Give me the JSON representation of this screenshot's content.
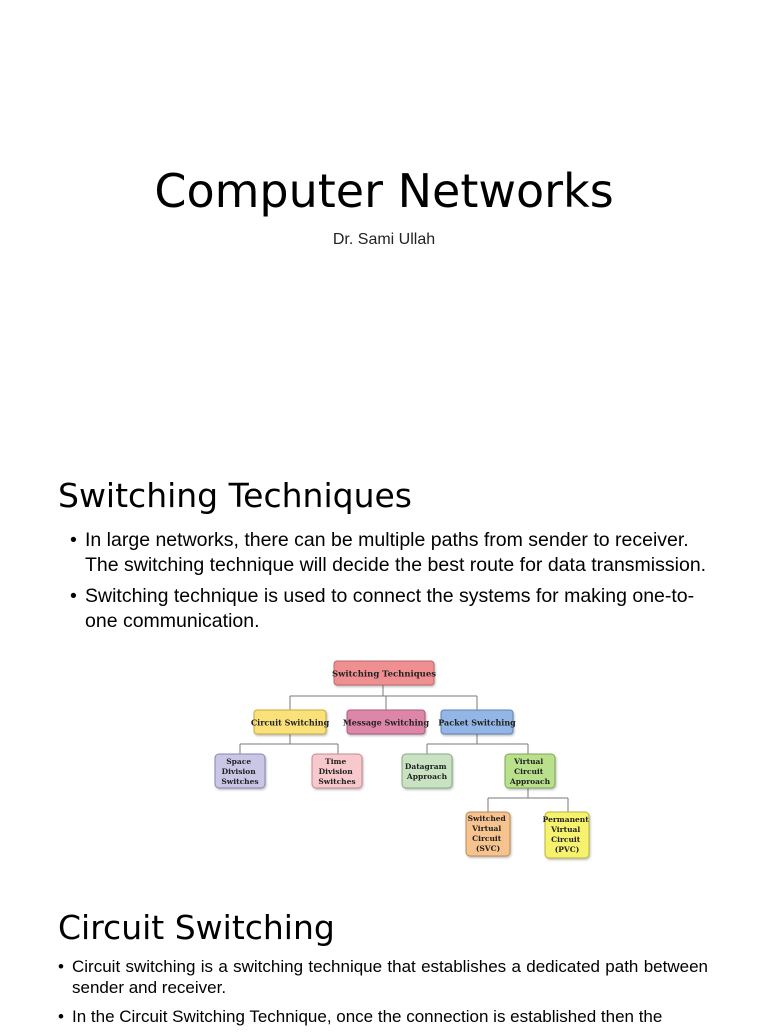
{
  "slide1": {
    "title": "Computer Networks",
    "author": "Dr. Sami Ullah"
  },
  "slide2": {
    "title": "Switching Techniques",
    "bullets": [
      "In large networks, there can be multiple paths from sender to receiver. The switching technique will decide the best route for data transmission.",
      "Switching technique is used to connect the systems for making one-to-one communication."
    ],
    "diagram": {
      "root": "Switching Techniques",
      "categories": [
        "Circuit Switching",
        "Message Switching",
        "Packet Switching"
      ],
      "circuit_children": [
        [
          "Space",
          "Division",
          "Switches"
        ],
        [
          "Time",
          "Division",
          "Switches"
        ]
      ],
      "packet_children": [
        [
          "Datagram",
          "Approach"
        ],
        [
          "Virtual",
          "Circuit",
          "Approach"
        ]
      ],
      "virtual_children": [
        [
          "Switched",
          "Virtual",
          "Circuit",
          "(SVC)"
        ],
        [
          "Permanent",
          "Virtual",
          "Circuit",
          "(PVC)"
        ]
      ],
      "colors": {
        "root": "#ef8f91",
        "circuit": "#fbe17a",
        "message": "#dd86a8",
        "packet": "#93b6e6",
        "space": "#c9c6e6",
        "time": "#f7c8cc",
        "datagram": "#c9e3c2",
        "virtual": "#b9e08a",
        "svc": "#f6c28e",
        "pvc": "#f6f26e"
      }
    }
  },
  "slide3": {
    "title": "Circuit Switching",
    "bullets": [
      "Circuit switching is a switching technique that establishes a dedicated path between sender and receiver.",
      "In the Circuit Switching Technique, once the connection is established then the"
    ]
  },
  "bullet_symbol": "•"
}
